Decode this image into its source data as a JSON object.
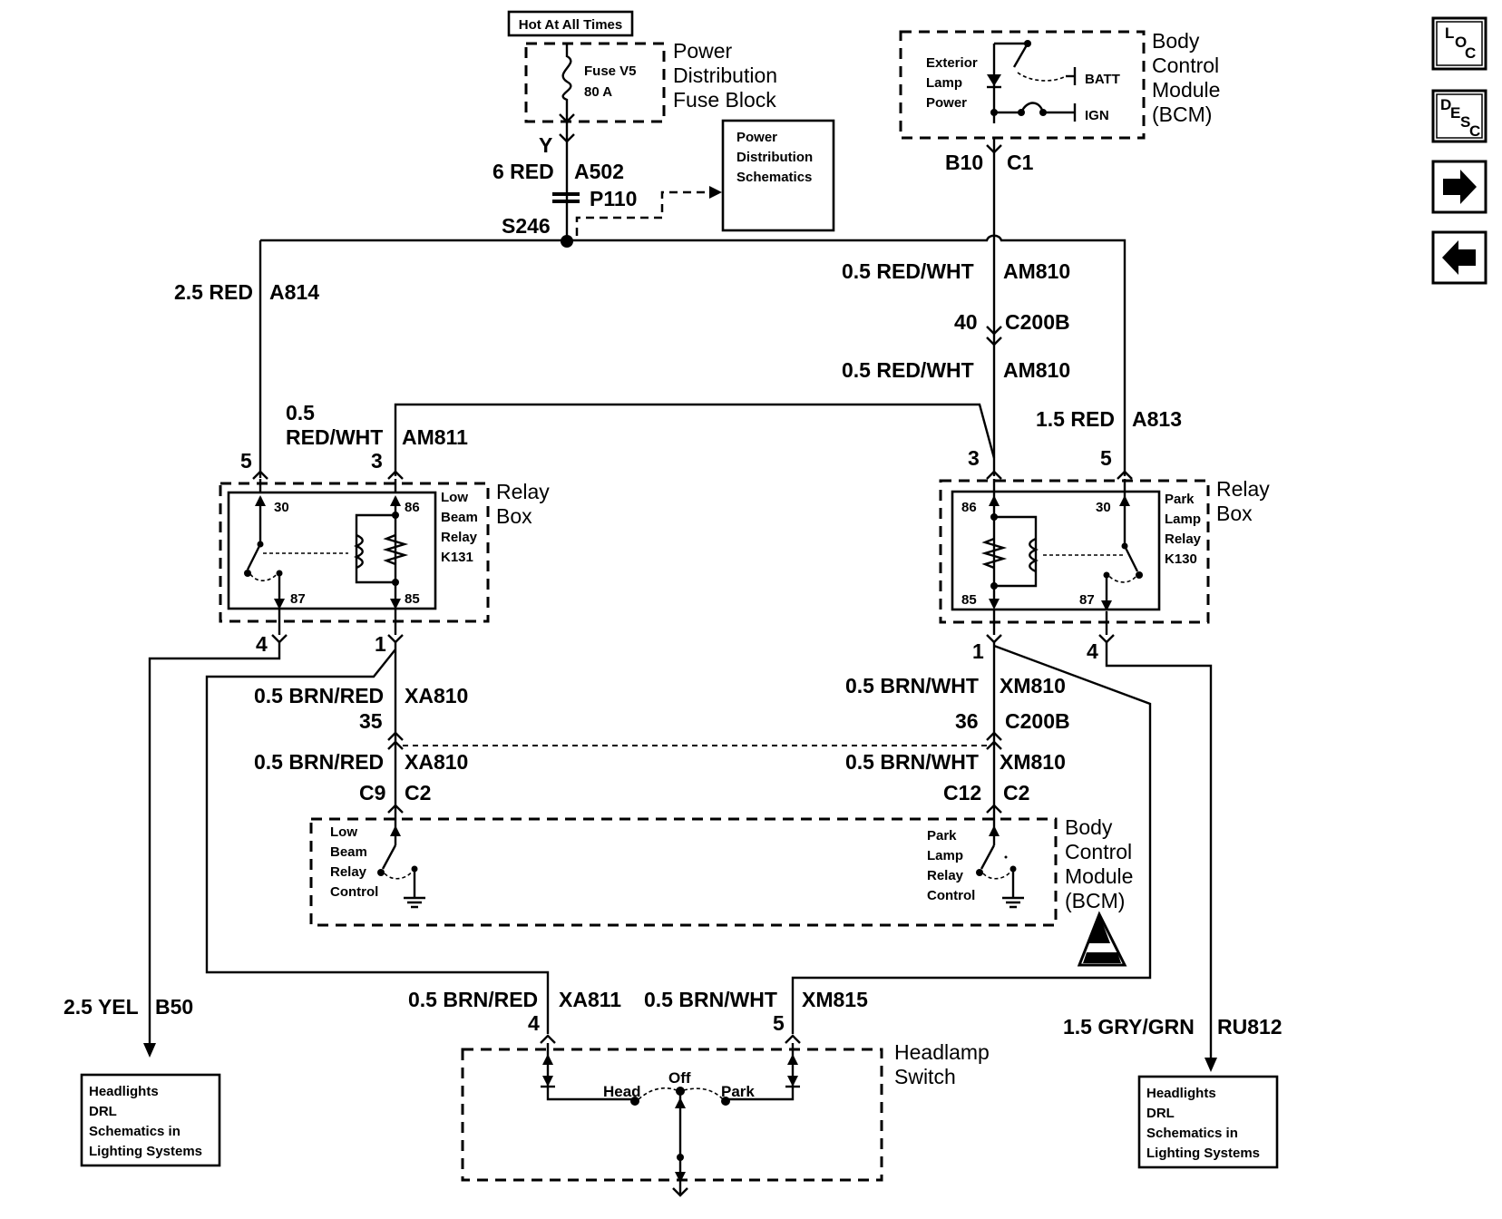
{
  "top": {
    "hot_label": "Hot At All Times",
    "fuse_name": "Fuse V5",
    "fuse_rating": "80 A",
    "pdfb": [
      "Power",
      "Distribution",
      "Fuse Block"
    ],
    "conn_y": "Y",
    "wire_6red": "6 RED",
    "circuit_a502": "A502",
    "p110": "P110",
    "s246": "S246",
    "pds": [
      "Power",
      "Distribution",
      "Schematics"
    ]
  },
  "bcm_top": {
    "ext": [
      "Exterior",
      "Lamp",
      "Power"
    ],
    "batt": "BATT",
    "ign": "IGN",
    "title": [
      "Body",
      "Control",
      "Module",
      "(BCM)"
    ],
    "pin": "B10",
    "conn": "C1"
  },
  "wires": {
    "a814_gauge": "2.5 RED",
    "a814": "A814",
    "am810_gauge": "0.5 RED/WHT",
    "am810": "AM810",
    "pin40": "40",
    "c200b": "C200B",
    "am811_gauge_1": "0.5",
    "am811_gauge_2": "RED/WHT",
    "am811": "AM811",
    "a813_gauge": "1.5 RED",
    "a813": "A813",
    "xa810_gauge": "0.5 BRN/RED",
    "xa810": "XA810",
    "pin35": "35",
    "xm810_gauge": "0.5 BRN/WHT",
    "xm810": "XM810",
    "pin36": "36",
    "c9": "C9",
    "c12": "C12",
    "c2": "C2",
    "b50_gauge": "2.5 YEL",
    "b50": "B50",
    "xa811_gauge": "0.5 BRN/RED",
    "xa811": "XA811",
    "xm815_gauge": "0.5 BRN/WHT",
    "xm815": "XM815",
    "ru812_gauge": "1.5 GRY/GRN",
    "ru812": "RU812"
  },
  "relay_left": {
    "pin5": "5",
    "pin3": "3",
    "pin4": "4",
    "pin1": "1",
    "t30": "30",
    "t86": "86",
    "t87": "87",
    "t85": "85",
    "name": [
      "Low",
      "Beam",
      "Relay",
      "K131"
    ],
    "box": [
      "Relay",
      "Box"
    ]
  },
  "relay_right": {
    "pin3": "3",
    "pin5": "5",
    "pin1": "1",
    "pin4": "4",
    "t86": "86",
    "t30": "30",
    "t85": "85",
    "t87": "87",
    "name": [
      "Park",
      "Lamp",
      "Relay",
      "K130"
    ],
    "box": [
      "Relay",
      "Box"
    ]
  },
  "bcm_bottom": {
    "low": [
      "Low",
      "Beam",
      "Relay",
      "Control"
    ],
    "park": [
      "Park",
      "Lamp",
      "Relay",
      "Control"
    ],
    "title": [
      "Body",
      "Control",
      "Module",
      "(BCM)"
    ]
  },
  "switch": {
    "pin4": "4",
    "pin5": "5",
    "head": "Head",
    "off": "Off",
    "park": "Park",
    "title": [
      "Headlamp",
      "Switch"
    ]
  },
  "refs": {
    "left": [
      "Headlights",
      "DRL",
      "Schematics in",
      "Lighting Systems"
    ],
    "right": [
      "Headlights",
      "DRL",
      "Schematics in",
      "Lighting Systems"
    ]
  },
  "nav": {
    "loc": [
      "L",
      "O",
      "C"
    ],
    "desc": [
      "D",
      "E",
      "S",
      "C"
    ],
    "next_icon": "right-arrow-icon",
    "prev_icon": "left-arrow-icon"
  }
}
